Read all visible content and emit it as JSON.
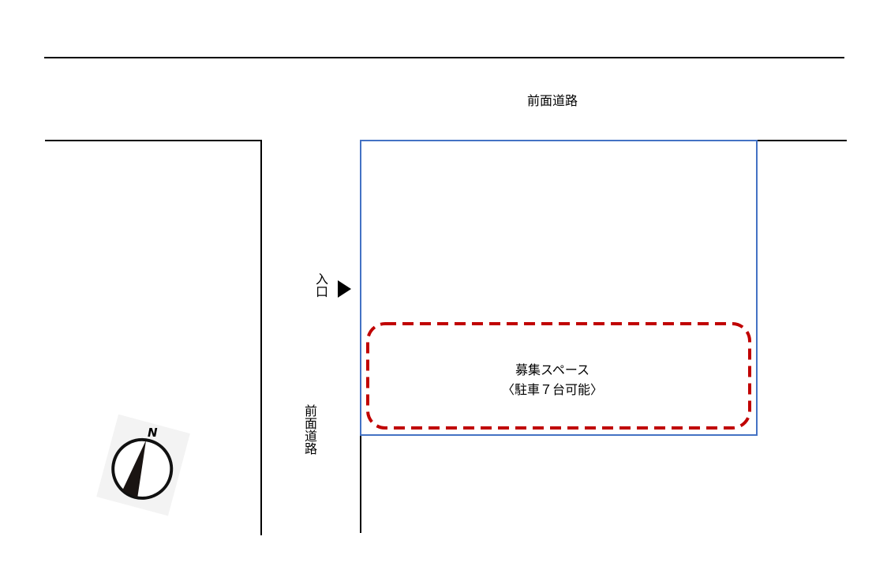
{
  "labels": {
    "top_road": "前面道路",
    "side_road": "前面道路",
    "entrance": "入口",
    "space_title": "募集スペース",
    "space_detail": "〈駐車７台可能〉",
    "compass_north": "N"
  },
  "colors": {
    "lot_outline": "#4472c4",
    "recruit_area": "#c00000",
    "road_lines": "#000000"
  },
  "icons": {
    "entrance_arrow": "right-triangle-icon",
    "compass": "compass-north-icon"
  }
}
